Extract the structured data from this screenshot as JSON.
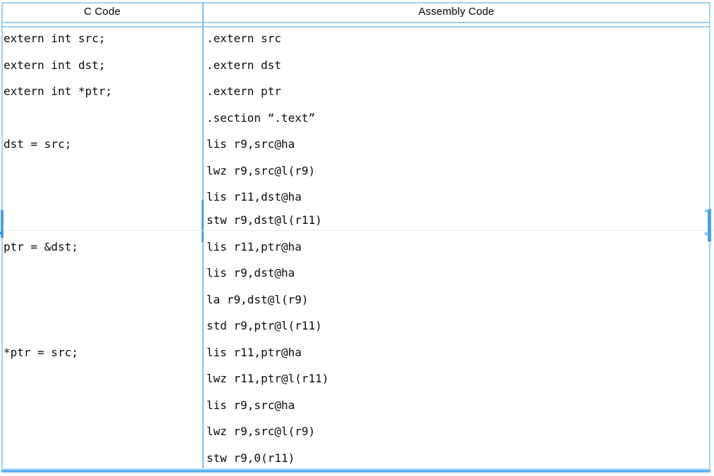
{
  "table": {
    "columns": [
      {
        "label": "C Code"
      },
      {
        "label": "Assembly Code"
      }
    ],
    "rows": [
      {
        "c_code": [
          "extern int src;",
          "extern int dst;",
          "extern int *ptr;"
        ],
        "assembly": [
          ".extern src",
          ".extern dst",
          ".extern ptr",
          ".section “.text”"
        ]
      },
      {
        "c_code": [
          "dst = src;"
        ],
        "assembly": [
          "lis r9,src@ha",
          "lwz r9,src@l(r9)",
          "lis r11,dst@ha",
          "stw r9,dst@l(r11)"
        ]
      },
      {
        "c_code": [
          "ptr = &dst;"
        ],
        "assembly": [
          "lis r11,ptr@ha",
          "lis r9,dst@ha",
          "la r9,dst@l(r9)",
          "std r9,ptr@l(r11)"
        ]
      },
      {
        "c_code": [
          "*ptr = src;"
        ],
        "assembly": [
          "lis r11,ptr@ha",
          "lwz r11,ptr@l(r11)",
          "lis r9,src@ha",
          "lwz r9,src@l(r9)",
          "stw r9,0(r11)"
        ]
      }
    ]
  },
  "colors": {
    "border_light": "#9fd3f3",
    "mid_divider": "#7cc2ef",
    "bottom_bar": "#5fb1f1",
    "seam_strong": "#4aa0e8",
    "seam_faint": "#e2ecf4",
    "text": "#0b0b0b"
  }
}
